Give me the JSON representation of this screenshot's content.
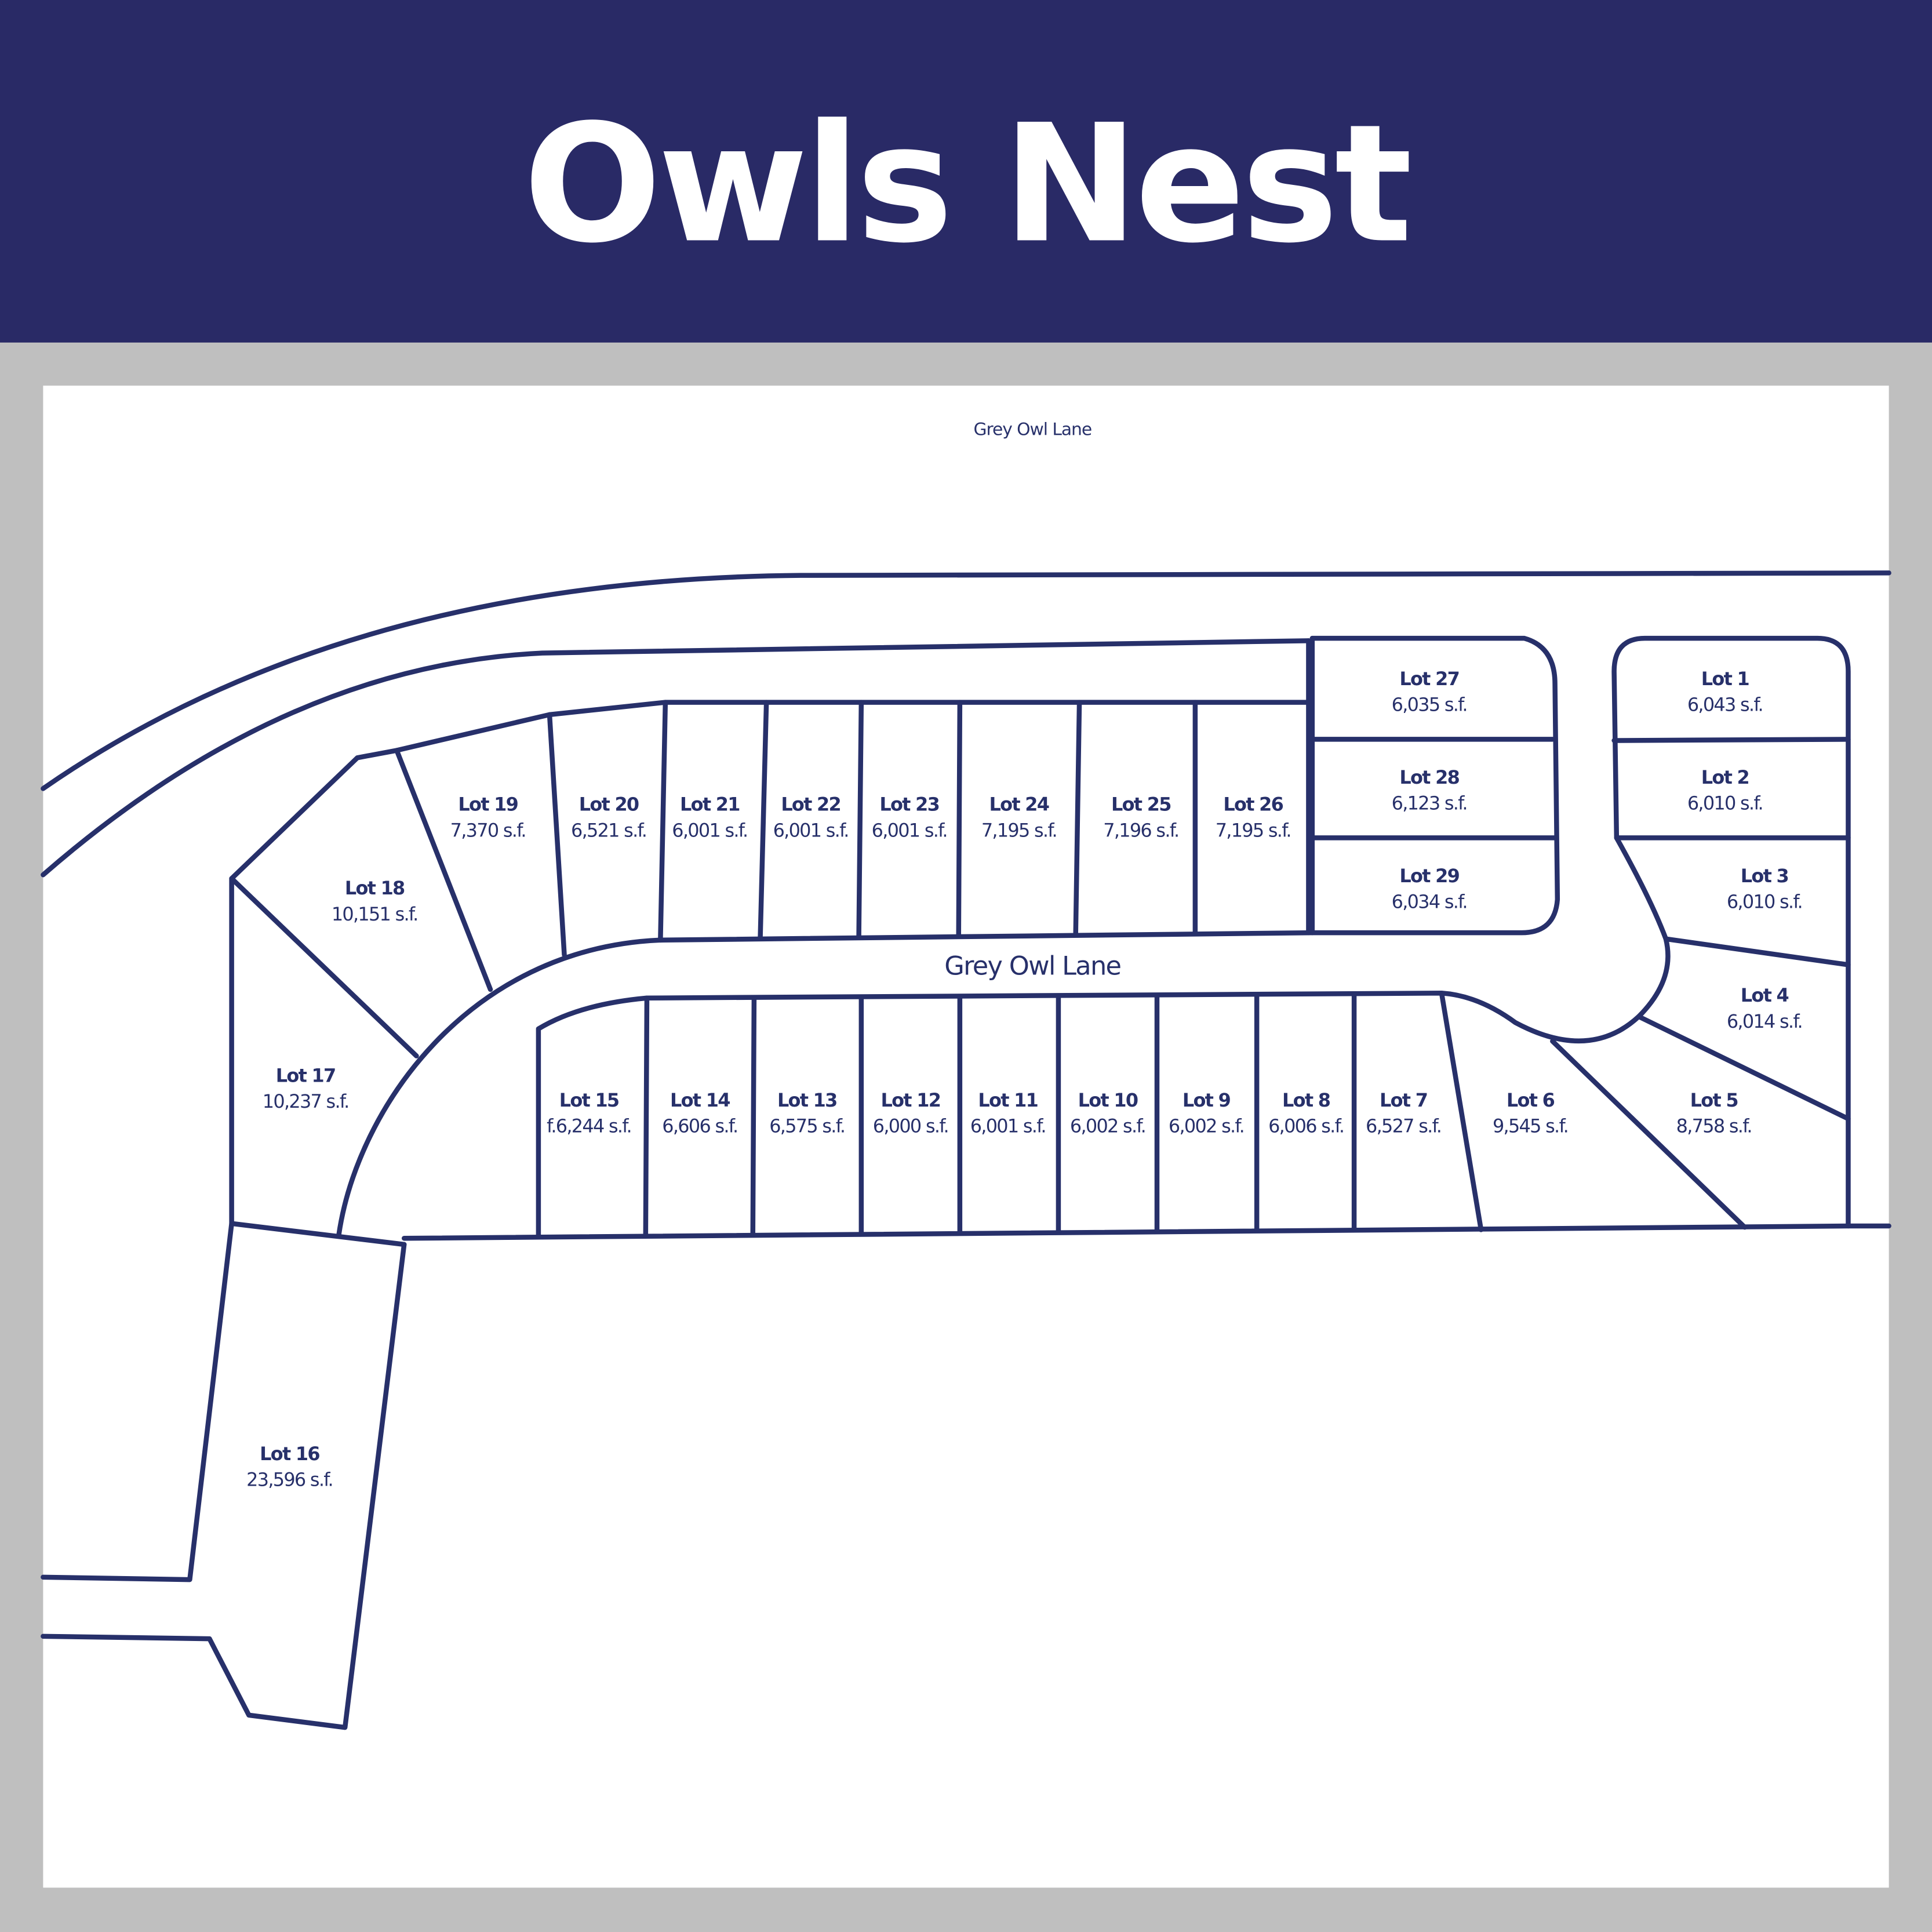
{
  "header": {
    "title": "Owls Nest"
  },
  "colors": {
    "banner": "#292a66",
    "lines": "#27306a",
    "background": "#bfbfbf",
    "map": "#ffffff"
  },
  "streets": {
    "top": "Grey Owl Lane",
    "center": "Grey Owl Lane"
  },
  "lots": [
    {
      "name": "Lot 1",
      "area": "6,043 s.f."
    },
    {
      "name": "Lot 2",
      "area": "6,010 s.f."
    },
    {
      "name": "Lot 3",
      "area": "6,010 s.f."
    },
    {
      "name": "Lot 4",
      "area": "6,014 s.f."
    },
    {
      "name": "Lot 5",
      "area": "8,758 s.f."
    },
    {
      "name": "Lot 6",
      "area": "9,545 s.f."
    },
    {
      "name": "Lot 7",
      "area": "6,527 s.f."
    },
    {
      "name": "Lot 8",
      "area": "6,006 s.f."
    },
    {
      "name": "Lot 9",
      "area": "6,002 s.f."
    },
    {
      "name": "Lot 10",
      "area": "6,002 s.f."
    },
    {
      "name": "Lot 11",
      "area": "6,001 s.f."
    },
    {
      "name": "Lot 12",
      "area": "6,000 s.f."
    },
    {
      "name": "Lot 13",
      "area": "6,575 s.f."
    },
    {
      "name": "Lot 14",
      "area": "6,606 s.f."
    },
    {
      "name": "Lot 15",
      "area": "f.6,244 s.f."
    },
    {
      "name": "Lot 16",
      "area": "23,596 s.f."
    },
    {
      "name": "Lot 17",
      "area": "10,237 s.f."
    },
    {
      "name": "Lot 18",
      "area": "10,151 s.f."
    },
    {
      "name": "Lot 19",
      "area": "7,370 s.f."
    },
    {
      "name": "Lot 20",
      "area": "6,521 s.f."
    },
    {
      "name": "Lot 21",
      "area": "6,001 s.f."
    },
    {
      "name": "Lot 22",
      "area": "6,001 s.f."
    },
    {
      "name": "Lot 23",
      "area": "6,001 s.f."
    },
    {
      "name": "Lot 24",
      "area": "7,195 s.f."
    },
    {
      "name": "Lot 25",
      "area": "7,196 s.f."
    },
    {
      "name": "Lot 26",
      "area": "7,195 s.f."
    },
    {
      "name": "Lot 27",
      "area": "6,035 s.f."
    },
    {
      "name": "Lot 28",
      "area": "6,123 s.f."
    },
    {
      "name": "Lot 29",
      "area": "6,034 s.f."
    }
  ]
}
